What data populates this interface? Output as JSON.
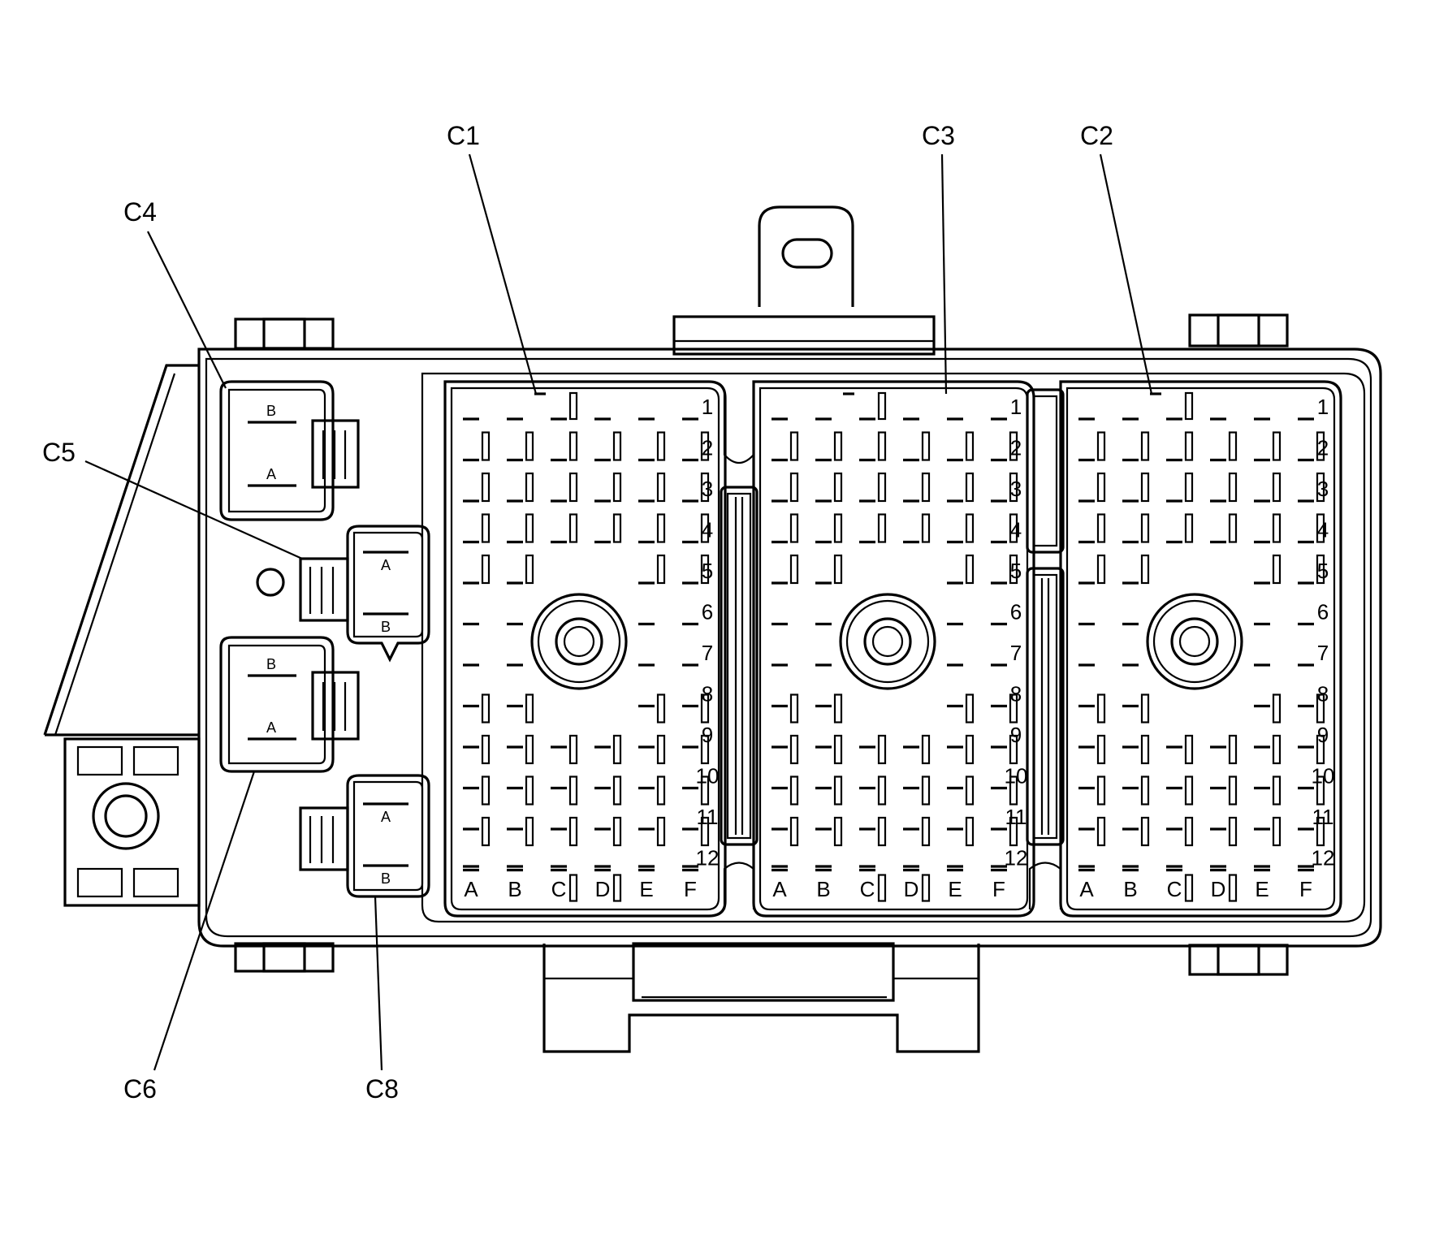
{
  "connectors": [
    {
      "id": "C1",
      "label": "C1"
    },
    {
      "id": "C3",
      "label": "C3"
    },
    {
      "id": "C2",
      "label": "C2"
    },
    {
      "id": "C4",
      "label": "C4"
    },
    {
      "id": "C5",
      "label": "C5"
    },
    {
      "id": "C6",
      "label": "C6"
    },
    {
      "id": "C8",
      "label": "C8"
    }
  ],
  "small_connectors": {
    "C4": {
      "top": "B",
      "bottom": "A"
    },
    "C5": {
      "top": "A",
      "bottom": "B"
    },
    "C6": {
      "top": "B",
      "bottom": "A"
    },
    "C8": {
      "top": "A",
      "bottom": "B"
    }
  },
  "block": {
    "rows": [
      "1",
      "2",
      "3",
      "4",
      "5",
      "6",
      "7",
      "8",
      "9",
      "10",
      "11",
      "12"
    ],
    "columns": [
      "A",
      "B",
      "C",
      "D",
      "E",
      "F"
    ]
  },
  "colors": {
    "line": "#000000",
    "background": "#ffffff"
  }
}
